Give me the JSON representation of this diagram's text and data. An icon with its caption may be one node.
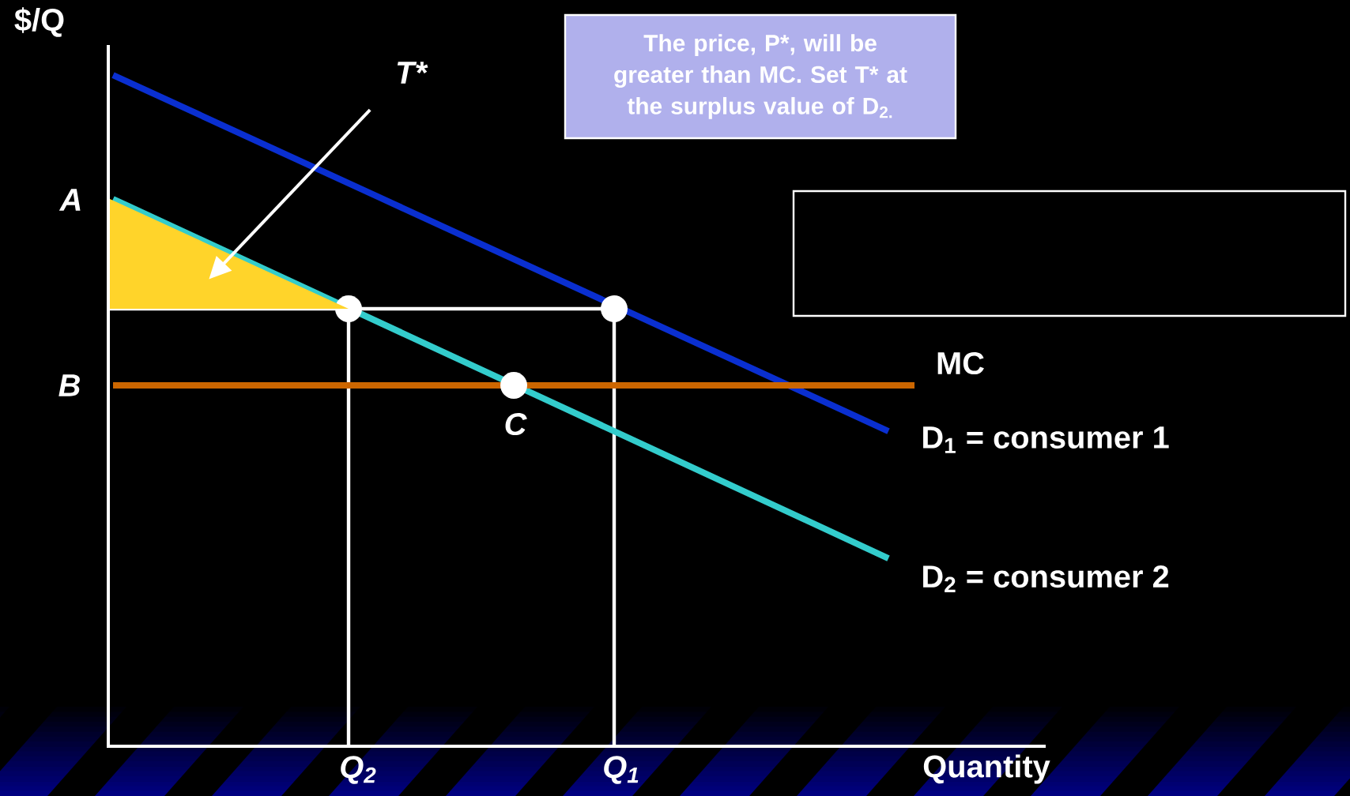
{
  "diagram": {
    "nodes": [
      {
        "text": [
          "The price, P*, will be greater than MC.  Set T* at the surplus value of D$_{2.}$"
        ]
      },
      {
        "text": [],
        "shape": "box"
      },
      {
        "text": [
          "T*"
        ]
      },
      {
        "text": [],
        "shape": "triangle"
      }
    ],
    "edges": [
      {
        "from": 2,
        "to": 3,
        "arrow": "to"
      }
    ],
    "labels": [
      "$/Q",
      "A",
      "MC",
      "B",
      "C",
      "D$_{1}$ = consumer 1",
      "D$_{2}$ = consumer 2",
      "Q$_{2}$",
      "Q$_{1}$",
      "Quantity"
    ]
  }
}
